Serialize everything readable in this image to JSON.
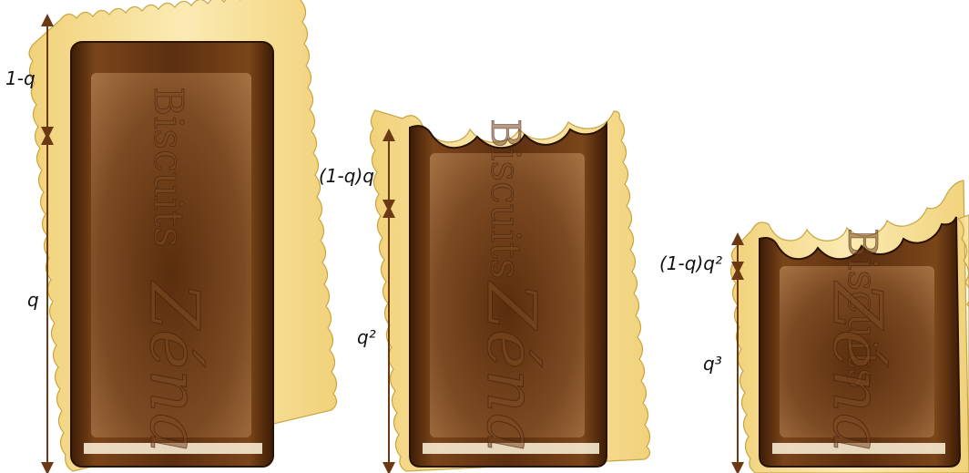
{
  "brand_text": "Biscuits",
  "signature_text": "Zéna",
  "colors": {
    "biscuit": "#f6df8e",
    "biscuit_edge": "#c9a544",
    "chocolate_dark": "#4a2409",
    "chocolate": "#6b3a15",
    "chocolate_light": "#a0693a",
    "arrow": "#6b3a15"
  },
  "biscuits": [
    {
      "name": "whole",
      "labels": {
        "top": "1-q",
        "bottom": "q"
      }
    },
    {
      "name": "one-bite",
      "labels": {
        "top": "(1-q)q",
        "bottom": "q²"
      }
    },
    {
      "name": "two-bites",
      "labels": {
        "top": "(1-q)q²",
        "bottom": "q³"
      }
    }
  ]
}
